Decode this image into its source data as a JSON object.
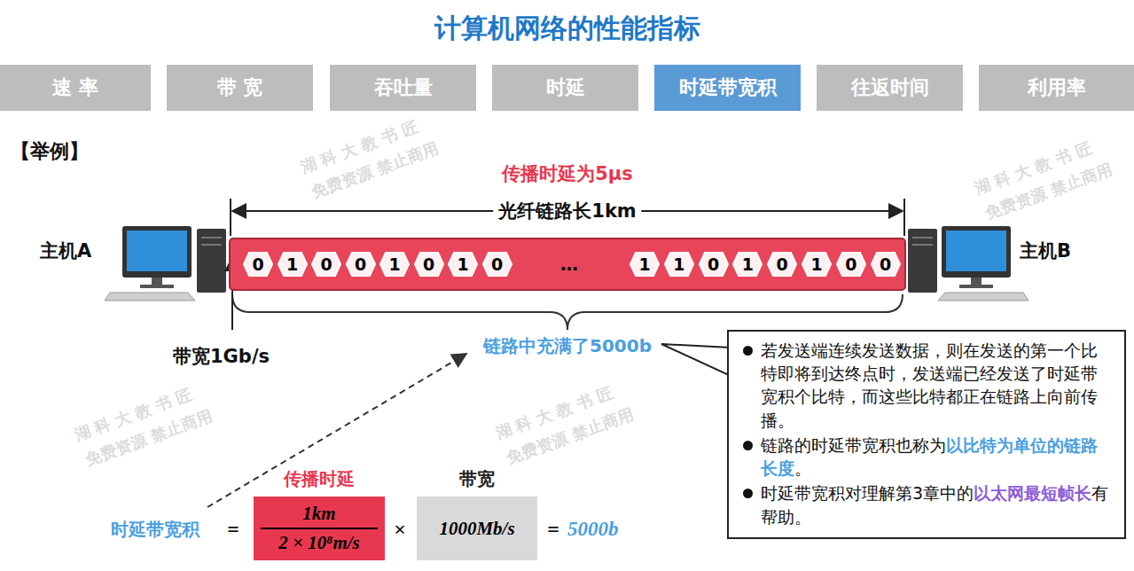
{
  "diagram": {
    "title": "计算机网络的性能指标",
    "nodes": [
      {
        "text": [
          "速 率"
        ]
      },
      {
        "text": [
          "带 宽"
        ]
      },
      {
        "text": [
          "吞吐量"
        ]
      },
      {
        "text": [
          "时延"
        ]
      },
      {
        "text": [
          "时延带宽积"
        ]
      },
      {
        "text": [
          "往返时间"
        ]
      },
      {
        "text": [
          "利用率"
        ]
      },
      {
        "text": [
          "…"
        ]
      },
      {
        "text": [
          "0"
        ],
        "in": 7
      },
      {
        "text": [
          "1"
        ],
        "in": 7
      },
      {
        "text": [
          "0"
        ],
        "in": 7
      },
      {
        "text": [
          "0"
        ],
        "in": 7
      },
      {
        "text": [
          "1"
        ],
        "in": 7
      },
      {
        "text": [
          "0"
        ],
        "in": 7
      },
      {
        "text": [
          "1"
        ],
        "in": 7
      },
      {
        "text": [
          "0"
        ],
        "in": 7
      },
      {
        "text": [
          "1"
        ],
        "in": 7
      },
      {
        "text": [
          "1"
        ],
        "in": 7
      },
      {
        "text": [
          "0"
        ],
        "in": 7
      },
      {
        "text": [
          "1"
        ],
        "in": 7
      },
      {
        "text": [
          "0"
        ],
        "in": 7
      },
      {
        "text": [
          "1"
        ],
        "in": 7
      },
      {
        "text": [
          "0"
        ],
        "in": 7
      },
      {
        "text": [
          "0"
        ],
        "in": 7
      },
      {
        "text": [
          "传播时延",
          "1km",
          "2 × 10⁸m/s"
        ]
      },
      {
        "text": [
          "带宽",
          "1000Mb/s"
        ]
      },
      {
        "text": [
          "若发送端连续发送数据，则在发送的第一个比特即将到达终点时，发送端已经发送了时延带宽积个比特，而这些比特都正在链路上向前传播。",
          "链路的时延带宽积也称为",
          "以比特为单位的链路长度",
          "。",
          "时延带宽积对理解第3章中的",
          "以太网最短帧长",
          "有帮助。"
        ]
      }
    ],
    "labels": [
      "【举例】",
      "传播时延为5μs",
      "光纤链路长1km",
      "主机A",
      "主机B",
      "带宽1Gb/s",
      "链路中充满了5000b",
      "时延带宽积",
      "=",
      "×",
      "=",
      "5000b",
      "湖 科 大 教 书 匠",
      "免费资源 禁止商用",
      "湖 科 大 教 书 匠",
      "免费资源 禁止商用",
      "湖 科 大 教 书 匠",
      "免费资源 禁止商用",
      "湖 科 大 教 书 匠",
      "免费资源 禁止商用"
    ]
  }
}
